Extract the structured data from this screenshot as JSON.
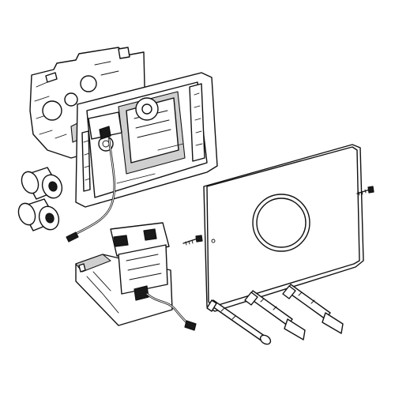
{
  "figure": {
    "kind": "exploded parts diagram",
    "parts": [
      {
        "id": "mounting-frame",
        "icon": "mounting-frame-icon"
      },
      {
        "id": "electronics-housing",
        "icon": "electronics-housing-icon"
      },
      {
        "id": "battery-1",
        "icon": "battery-icon"
      },
      {
        "id": "battery-2",
        "icon": "battery-icon"
      },
      {
        "id": "cover-plate",
        "icon": "cover-plate-icon"
      },
      {
        "id": "sensor-ring",
        "icon": "sensor-ring-icon"
      },
      {
        "id": "screw-1",
        "icon": "screw-icon"
      },
      {
        "id": "screw-2",
        "icon": "screw-icon"
      },
      {
        "id": "actuator-module",
        "icon": "actuator-module-icon"
      },
      {
        "id": "actuator-cable",
        "icon": "cable-icon"
      },
      {
        "id": "rod-1",
        "icon": "rod-icon"
      },
      {
        "id": "rod-2",
        "icon": "rod-icon"
      },
      {
        "id": "rod-3",
        "icon": "rod-icon"
      }
    ],
    "colors": {
      "line": "#111111",
      "fill": "#ffffff",
      "shade": "#cfcfcf",
      "dark": "#1a1a1a"
    }
  }
}
